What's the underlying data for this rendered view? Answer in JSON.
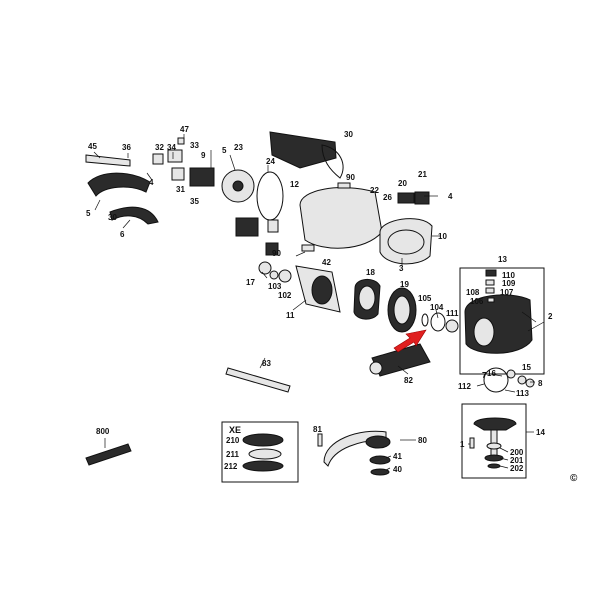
{
  "diagram": {
    "copyright_mark": "©",
    "kit_title": "XE",
    "labels": {
      "l45": "45",
      "l36": "36",
      "l34": "34",
      "l32": "32",
      "l47": "47",
      "l33": "33",
      "l9": "9",
      "l5a": "5",
      "l23": "23",
      "l24": "24",
      "l30a": "30",
      "l4a": "4",
      "l31": "31",
      "l35": "35",
      "l5b": "5",
      "l30b": "30",
      "l6": "6",
      "l12": "12",
      "l90a": "90",
      "l22": "22",
      "l20": "20",
      "l21": "21",
      "l4b": "4",
      "l26": "26",
      "l3": "3",
      "l10": "10",
      "l90b": "90",
      "l42": "42",
      "l18": "18",
      "l17": "17",
      "l103": "103",
      "l102": "102",
      "l11": "11",
      "l19": "19",
      "l105": "105",
      "l104": "104",
      "l111": "111",
      "l13": "13",
      "l110": "110",
      "l109": "109",
      "l108": "108",
      "l107": "107",
      "l106": "106",
      "l2": "2",
      "l83": "83",
      "l82": "82",
      "l7": "7",
      "l16": "16",
      "l15": "15",
      "l112": "112",
      "l8": "8",
      "l113": "113",
      "l800": "800",
      "l210": "210",
      "l211": "211",
      "l212": "212",
      "l81": "81",
      "l80": "80",
      "l41": "41",
      "l40": "40",
      "l14": "14",
      "l1": "1",
      "l200": "200",
      "l201": "201",
      "l202": "202"
    },
    "highlight_arrow_color": "#e02020"
  }
}
